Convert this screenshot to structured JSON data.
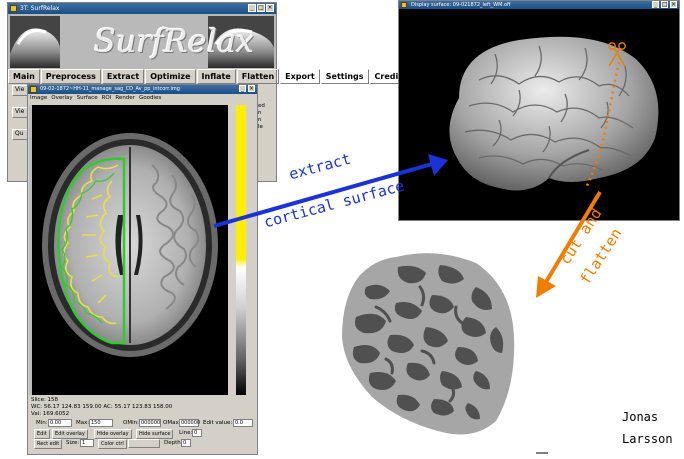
{
  "surfrelax_window": {
    "title": "3T: SurfRelax",
    "logo_text": "SurfRelax",
    "menu": [
      "Main",
      "Preprocess",
      "Extract",
      "Optimize",
      "Inflate",
      "Flatten",
      "Export",
      "Settings",
      "Credits"
    ],
    "side_buttons": [
      "Vie",
      "Vie",
      "Qu"
    ],
    "right_fragment_lines": [
      "ed",
      "n",
      "n",
      "le"
    ]
  },
  "volume_window": {
    "title": "09-02-1872~HH-11_manage_sag_CD_Av_pp_intcorr.img",
    "menu": [
      "Image",
      "Overlay",
      "Surface",
      "ROI",
      "Render",
      "Goodies"
    ],
    "status_lines": [
      "Slice: 158",
      "WC: 56.17 124.83 159.00 AC: 55.17 123.83 158.00",
      "Val: 169.6052"
    ],
    "controls": {
      "min_label": "Min:",
      "min_value": "0.00",
      "max_label": "Max:",
      "max_value": "150",
      "omin_label": "OMin:",
      "omin_value": "000000",
      "omax_label": "OMax:",
      "omax_value": "000000",
      "edit_value_label": "Edit value:",
      "edit_value": "0.0",
      "edit_btn": "Edit",
      "edit_overlay_btn": "Edit overlay",
      "hide_overlay_btn": "Hide overlay",
      "hide_surface_btn": "Hide surface",
      "line_label": "Line:",
      "line_value": "0",
      "rect_edit_btn": "Rect edit",
      "size_label": "Size:",
      "size_value": "1",
      "color_ctrl_btn": "Color ctrl",
      "depth_label": "Depth:",
      "depth_value": "0"
    }
  },
  "display_window": {
    "title": "Display surface: 09-021872_left_WM.off"
  },
  "annotations": {
    "extract_line1": "extract",
    "extract_line2": "cortical surface",
    "cut_line1": "cut and",
    "cut_line2": "flatten"
  },
  "colors": {
    "blue_arrow": "#1a33d9",
    "orange_arrow": "#f07d00",
    "contour_green": "#2ecc2e",
    "contour_yellow": "#e6e045",
    "colorbar_yellow": "#ffee00",
    "flatmap_light": "#a6a6a6",
    "flatmap_dark": "#505050"
  },
  "credit": {
    "line1": "Jonas",
    "line2": "Larsson"
  }
}
